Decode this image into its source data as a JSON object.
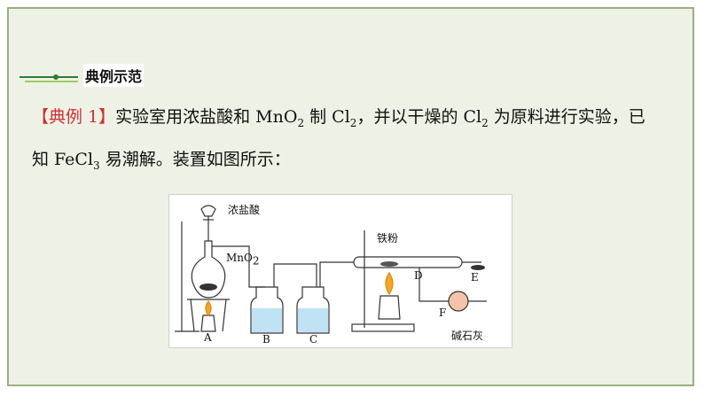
{
  "section": {
    "title": "典例示范"
  },
  "example": {
    "tag": "【典例 1】",
    "line1": [
      "实验室用浓盐酸和 MnO",
      "2",
      " 制 Cl",
      "2",
      "，并以干燥的 Cl",
      "2",
      " 为原料进行实验，已"
    ],
    "line2": [
      "知 FeCl",
      "3",
      " 易潮解。装置如图所示："
    ]
  },
  "figure": {
    "labels": {
      "acid": "浓盐酸",
      "mno2_main": "MnO",
      "mno2_sub": "2",
      "iron": "铁粉",
      "A": "A",
      "B": "B",
      "C": "C",
      "D": "D",
      "E": "E",
      "F": "F",
      "soda_lime": "碱石灰"
    },
    "colors": {
      "liquid": "#bfe3f5",
      "flame": "#f5a623",
      "glass": "#333333"
    }
  }
}
